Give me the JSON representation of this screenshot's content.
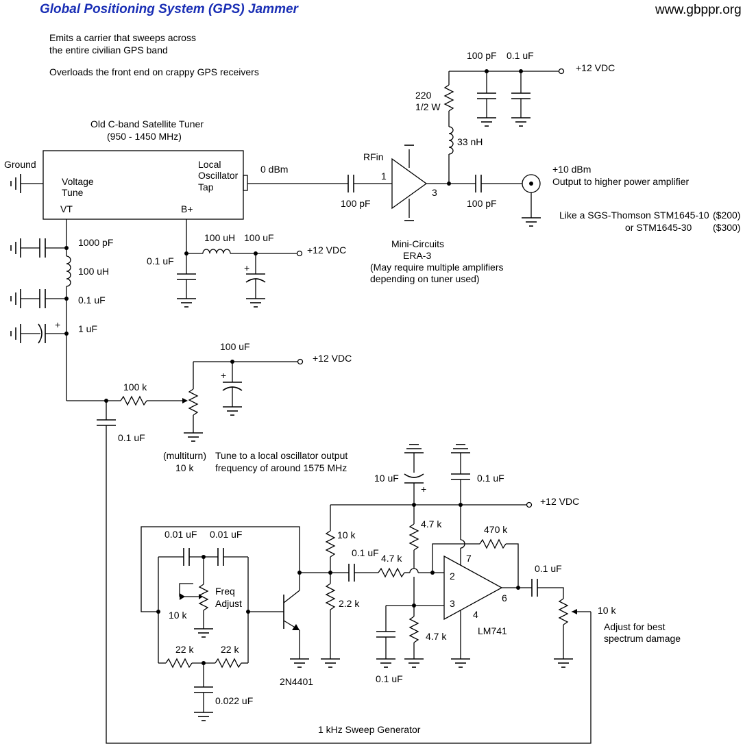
{
  "title": "Global Positioning System (GPS) Jammer",
  "website": "www.gbppr.org",
  "colors": {
    "title": "#1a2fb5",
    "ink": "#000000",
    "background": "#ffffff"
  },
  "description": {
    "line1": "Emits a carrier that sweeps across",
    "line2": "the entire civilian GPS band",
    "line3": "Overloads the front end on crappy GPS receivers"
  },
  "tuner": {
    "name": "Old C-band Satellite Tuner",
    "range": "(950 - 1450 MHz)",
    "voltage_tune_1": "Voltage",
    "voltage_tune_2": "Tune",
    "vt": "VT",
    "bplus": "B+",
    "lo_1": "Local",
    "lo_2": "Oscillator",
    "lo_3": "Tap",
    "ground": "Ground"
  },
  "rf": {
    "level_in": "0 dBm",
    "c_in": "100 pF",
    "rfin": "RFin",
    "pin1": "1",
    "pin3": "3",
    "c_out": "100 pF",
    "r_bias": "220",
    "r_bias_w": "1/2 W",
    "l_bias": "33 nH",
    "c_dec1": "100 pF",
    "c_dec2": "0.1 uF",
    "supply": "+12 VDC",
    "out_level": "+10 dBm",
    "out_desc": "Output to higher power amplifier",
    "amp_maker": "Mini-Circuits",
    "amp_model": "ERA-3",
    "amp_note1": "(May require multiple amplifiers",
    "amp_note2": "depending on tuner used)",
    "like1": "Like a SGS-Thomson STM1645-10",
    "price1": "($200)",
    "like2": "or STM1645-30",
    "price2": "($300)"
  },
  "bplus_filter": {
    "c1": "0.1 uF",
    "l1": "100 uH",
    "c2": "100 uF",
    "plus": "+",
    "supply": "+12 VDC"
  },
  "vt_filter": {
    "c1": "1000 pF",
    "l1": "100 uH",
    "c2": "0.1 uF",
    "c3": "1 uF",
    "plus": "+"
  },
  "tune_pot": {
    "r_series": "100 k",
    "c_supply": "100 uF",
    "plus": "+",
    "supply": "+12 VDC",
    "c_couple": "0.1 uF",
    "pot_type": "(multiturn)",
    "pot_value": "10 k",
    "note1": "Tune to a local oscillator output",
    "note2": "frequency of around 1575 MHz"
  },
  "sweep": {
    "c_top": "10 uF",
    "plus": "+",
    "c_top2": "0.1 uF",
    "supply": "+12 VDC",
    "c_osc1": "0.01 uF",
    "c_osc2": "0.01 uF",
    "freq_1": "Freq",
    "freq_2": "Adjust",
    "pot_freq": "10 k",
    "r_a": "22 k",
    "r_b": "22 k",
    "c_osc3": "0.022 uF",
    "transistor": "2N4401",
    "r_top": "10 k",
    "r_bot": "2.2 k",
    "c_couple": "0.1 uF",
    "r_in": "4.7 k",
    "r_div_top": "4.7 k",
    "r_div_bot": "4.7 k",
    "c_div": "0.1 uF",
    "r_fb": "470 k",
    "opamp": "LM741",
    "pin2": "2",
    "pin3": "3",
    "pin4": "4",
    "pin6": "6",
    "pin7": "7",
    "c_out": "0.1 uF",
    "pot_out": "10 k",
    "adjust_1": "Adjust for best",
    "adjust_2": "spectrum damage",
    "name": "1 kHz Sweep Generator"
  }
}
